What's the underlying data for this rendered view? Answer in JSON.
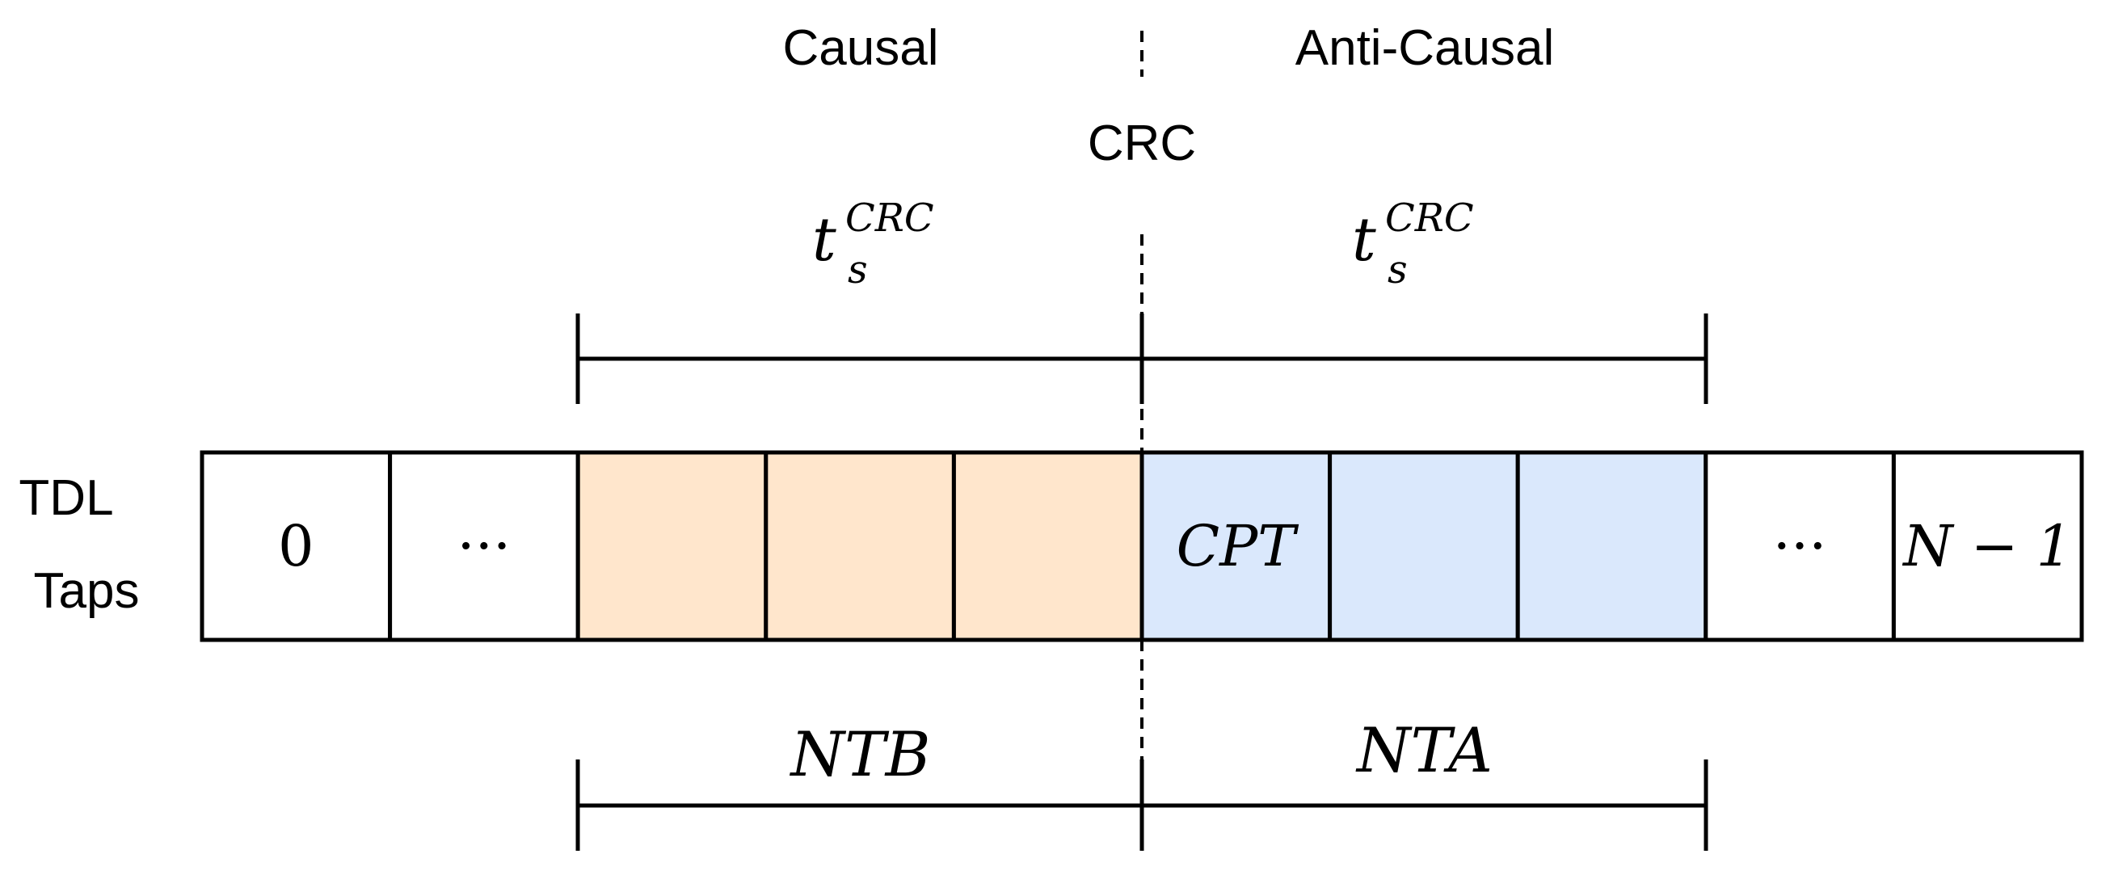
{
  "labels": {
    "causal": "Causal",
    "anti_causal": "Anti-Causal",
    "crc": "CRC",
    "row_label_line1": "TDL",
    "row_label_line2": "Taps"
  },
  "time_span": {
    "left": {
      "base": "t",
      "sub": "s",
      "sup": "CRC"
    },
    "right": {
      "base": "t",
      "sub": "s",
      "sup": "CRC"
    }
  },
  "taps": [
    {
      "text": "0",
      "style": "upright",
      "fill": "#ffffff"
    },
    {
      "text": "···",
      "style": "upright",
      "fill": "#ffffff"
    },
    {
      "text": "",
      "style": "math",
      "fill": "#ffe6cc"
    },
    {
      "text": "",
      "style": "math",
      "fill": "#ffe6cc"
    },
    {
      "text": "",
      "style": "math",
      "fill": "#ffe6cc"
    },
    {
      "text": "CPT",
      "style": "math",
      "fill": "#dae8fc"
    },
    {
      "text": "",
      "style": "math",
      "fill": "#dae8fc"
    },
    {
      "text": "",
      "style": "math",
      "fill": "#dae8fc"
    },
    {
      "text": "···",
      "style": "upright",
      "fill": "#ffffff"
    },
    {
      "text": "N − 1",
      "style": "math",
      "fill": "#ffffff"
    }
  ],
  "bottom_spans": {
    "left": "NTB",
    "right": "NTA"
  },
  "colors": {
    "causal_fill": "#ffe6cc",
    "anti_causal_fill": "#dae8fc",
    "stroke": "#000000"
  }
}
